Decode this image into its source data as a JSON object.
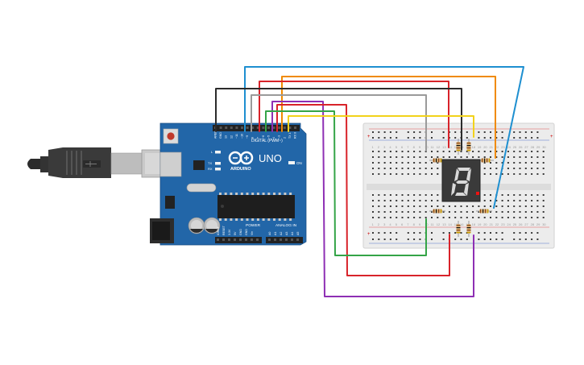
{
  "arduino": {
    "board_name": "UNO",
    "brand": "ARDUINO",
    "digital_label": "DIGITAL (PWM~)",
    "analog_label": "ANALOG IN",
    "power_label": "POWER",
    "on_label": "ON",
    "aref_label": "AREF",
    "gnd_label": "GND",
    "digital_pins": [
      "13",
      "12",
      "~11",
      "~10",
      "~9",
      "8",
      "7",
      "~6",
      "~5",
      "4",
      "~3",
      "2",
      "TX 1",
      "RX 0"
    ],
    "power_pins": [
      "IOREF",
      "RESET",
      "3.3V",
      "5V",
      "GND",
      "GND",
      "Vin"
    ],
    "analog_pins": [
      "A0",
      "A1",
      "A2",
      "A3",
      "A4",
      "A5"
    ],
    "led_labels": [
      "L",
      "TX",
      "RX"
    ]
  },
  "seven_segment": {
    "digit": "8"
  },
  "wire_colors": {
    "black": "#2b2b2b",
    "blue": "#1e8fd0",
    "orange": "#f08a00",
    "purple": "#8e2fb4",
    "red": "#d8232a",
    "green": "#34a447",
    "gray": "#9a9a9a",
    "yellow": "#f2d21b"
  },
  "colors": {
    "board": "#2266a8",
    "breadboard": "#ececec",
    "rail_red": "#e05555",
    "rail_blue": "#5577cc"
  }
}
